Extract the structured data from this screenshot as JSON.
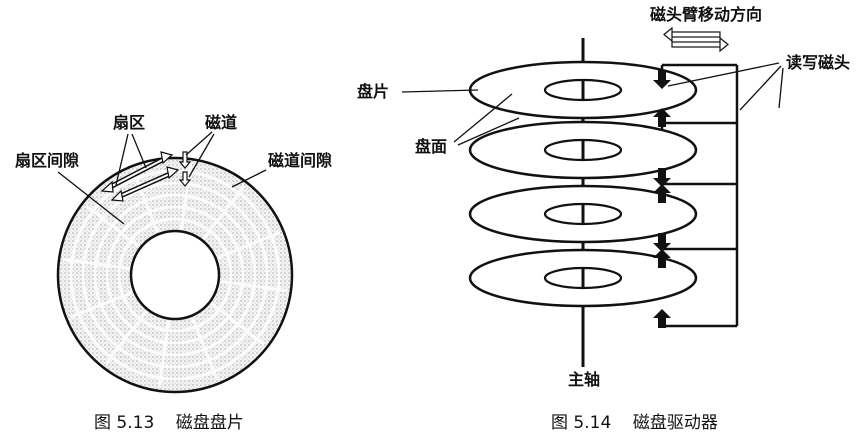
{
  "figure_left": {
    "labels": {
      "sector": "扇区",
      "track": "磁道",
      "sector_gap": "扇区间隙",
      "track_gap": "磁道间隙"
    },
    "caption": "图 5.13    磁盘盘片"
  },
  "figure_right": {
    "labels": {
      "arm_direction": "磁头臂移动方向",
      "rw_head": "读写磁头",
      "platter": "盘片",
      "surface": "盘面",
      "spindle": "主轴"
    },
    "caption": "图 5.14    磁盘驱动器"
  },
  "colors": {
    "ink": "#111111",
    "disk_fill": "#f1f1f1",
    "dots": "#9a9a9a"
  }
}
